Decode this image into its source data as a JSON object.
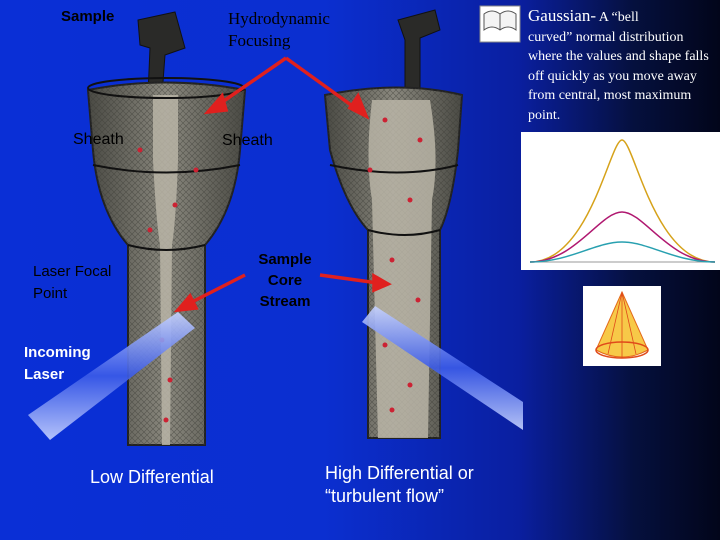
{
  "labels": {
    "sample": "Sample",
    "hydrodynamic_focusing": "Hydrodynamic Focusing",
    "sheath_left": "Sheath",
    "sheath_right": "Sheath",
    "laser_focal_point": "Laser Focal Point",
    "sample_core_stream": "Sample Core Stream",
    "incoming_laser": "Incoming Laser",
    "low_differential": "Low Differential",
    "high_differential": "High Differential or “turbulent flow”"
  },
  "gaussian": {
    "title": "Gaussian-",
    "text_lead": " A “bell",
    "text_rest": "curved” normal distribution where the values and shape falls off quickly as you move away from central, most maximum point."
  },
  "colors": {
    "background_blue": "#0a2fd6",
    "arrow_red": "#e0201e",
    "chamber_gray": "#6b6b62",
    "core_stream": "#b8b4a6",
    "laser_beam": "#6a8cf0"
  }
}
